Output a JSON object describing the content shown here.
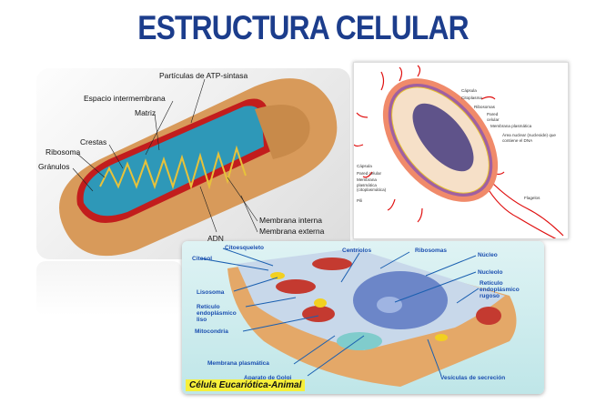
{
  "title": "ESTRUCTURA CELULAR",
  "mitochondria": {
    "labels": [
      "Partículas de ATP-sintasa",
      "Espacio intermembrana",
      "Matriz",
      "Crestas",
      "Ribosoma",
      "Gránulos",
      "ADN",
      "Membrana interna",
      "Membrana externa"
    ]
  },
  "bacteria": {
    "labels": [
      "Cápsula",
      "Citoplasma",
      "Ribosomas",
      "Pared celular",
      "Membrana plasmática",
      "Área nuclear (nucleoide) que contiene el DNA",
      "Cápsula",
      "Pared celular",
      "Membrana plasmática (citoplasmática)",
      "Pili",
      "Flagelos"
    ]
  },
  "animal_cell": {
    "caption": "Célula Eucariótica-Animal",
    "labels": [
      "Citoesqueleto",
      "Citosol",
      "Centríolos",
      "Ribosomas",
      "Núcleo",
      "Nucleolo",
      "Retículo endoplásmico rugoso",
      "Lisosoma",
      "Retículo endoplásmico liso",
      "Mitocondria",
      "Membrana plasmática",
      "Aparato de Golgi",
      "Vesículas de secreción"
    ]
  }
}
